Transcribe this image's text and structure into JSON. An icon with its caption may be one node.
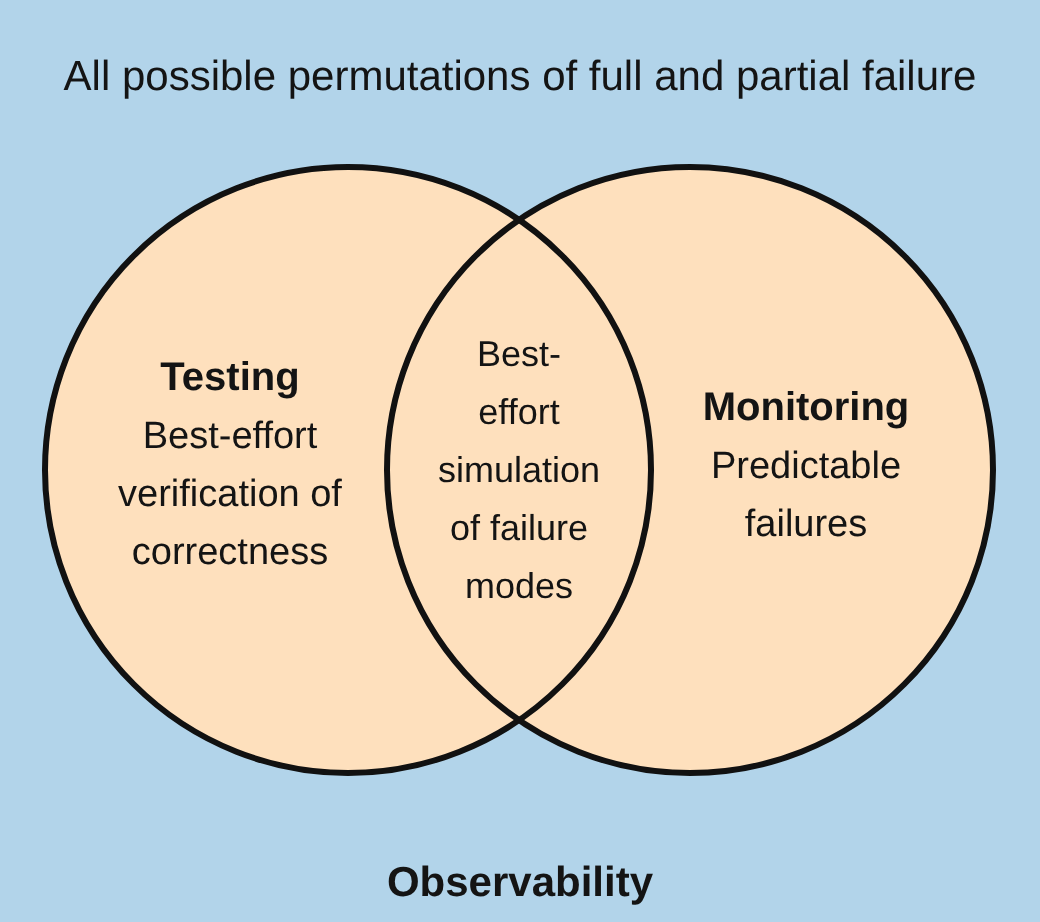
{
  "diagram": {
    "nodes": [
      {
        "text": [
          "All possible permutations of full and partial failure",
          "Observability"
        ]
      },
      {
        "text": [
          "Testing",
          "Best-effort verification of correctness"
        ],
        "in": 0
      },
      {
        "text": [
          "Monitoring",
          "Predictable failures"
        ],
        "in": 0
      },
      {
        "text": [
          "Best-effort simulation of failure modes"
        ]
      }
    ]
  }
}
